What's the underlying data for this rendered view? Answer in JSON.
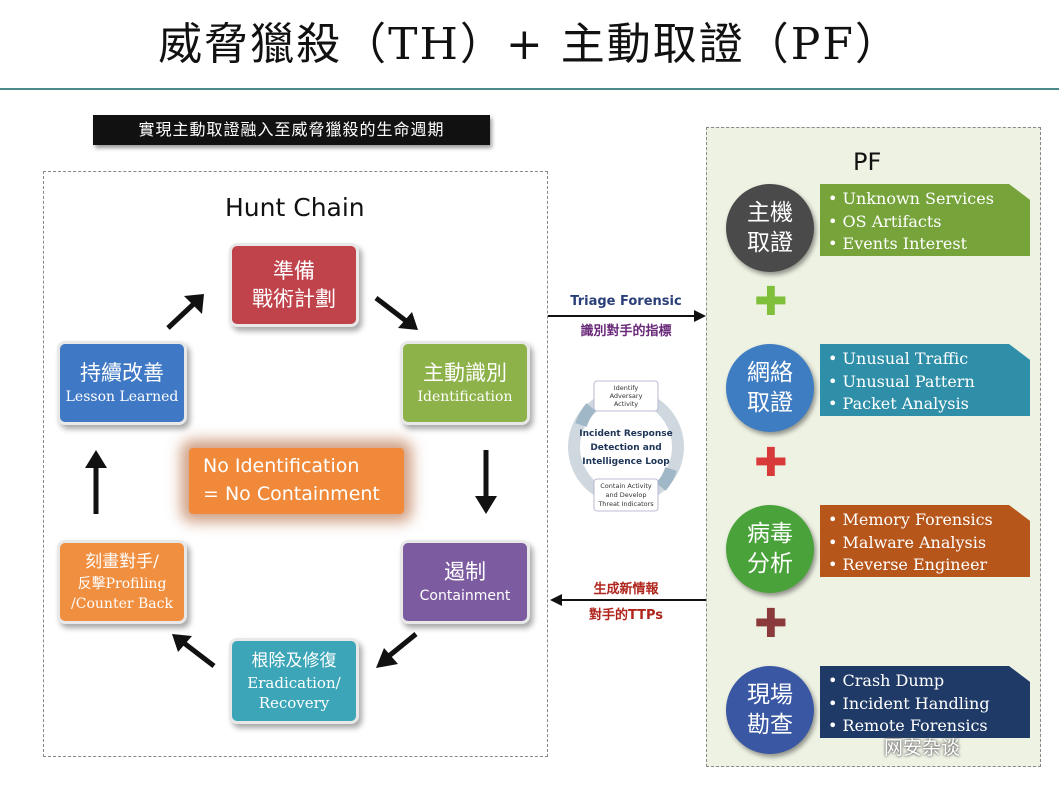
{
  "title": "威脅獵殺（TH）+ 主動取證（PF）",
  "subtitle": "實現主動取證融入至威脅獵殺的生命週期",
  "hunt_chain": {
    "title": "Hunt Chain",
    "stages": [
      {
        "zh": "準備",
        "zh2": "戰術計劃",
        "color": "#c0434b"
      },
      {
        "zh": "主動識別",
        "en": "Identification",
        "color": "#8db24a"
      },
      {
        "zh": "遏制",
        "en": "Containment",
        "color": "#7d5ba0"
      },
      {
        "zh": "根除及修復",
        "en": "Eradication/",
        "en2": "Recovery",
        "color": "#3ca6b8"
      },
      {
        "zh": "刻畫對手/",
        "en": "反擊Profiling",
        "en2": "/Counter Back",
        "color": "#f08f40"
      },
      {
        "zh": "持續改善",
        "en": "Lesson Learned",
        "color": "#3f78c4"
      }
    ],
    "center_line1": "No Identification",
    "center_line2": "= No Containment"
  },
  "connectors": {
    "triage_en": "Triage Forensic",
    "triage_zh": "識別對手的指標",
    "intel_zh": "生成新情報",
    "intel_ttps": "對手的TTPs"
  },
  "loop": {
    "top1": "Identify",
    "top2": "Adversary",
    "top3": "Activity",
    "center1": "Incident Response",
    "center2": "Detection and",
    "center3": "Intelligence Loop",
    "bottom1": "Contain Activity",
    "bottom2": "and Develop",
    "bottom3": "Threat Indicators"
  },
  "pf": {
    "title": "PF",
    "groups": [
      {
        "circle1": "主機",
        "circle2": "取證",
        "circle_color": "#4a4a4a",
        "box_color": "#76a33a",
        "items": [
          "• Unknown Services",
          "• OS Artifacts",
          "• Events Interest"
        ]
      },
      {
        "circle1": "網絡",
        "circle2": "取證",
        "circle_color": "#3f7dc2",
        "box_color": "#2f8fa8",
        "items": [
          "• Unusual Traffic",
          "• Unusual Pattern",
          "• Packet Analysis"
        ]
      },
      {
        "circle1": "病毒",
        "circle2": "分析",
        "circle_color": "#4aa33a",
        "box_color": "#b7561a",
        "items": [
          "• Memory Forensics",
          "• Malware Analysis",
          "• Reverse Engineer"
        ]
      },
      {
        "circle1": "現場",
        "circle2": "勘查",
        "circle_color": "#3a57a3",
        "box_color": "#1f3a66",
        "items": [
          "• Crash Dump",
          "• Incident Handling",
          "• Remote Forensics"
        ]
      }
    ],
    "plus_colors": [
      "#7fbf3a",
      "#d83a3a",
      "#8a3a3a"
    ]
  },
  "watermark": "网安杂谈"
}
